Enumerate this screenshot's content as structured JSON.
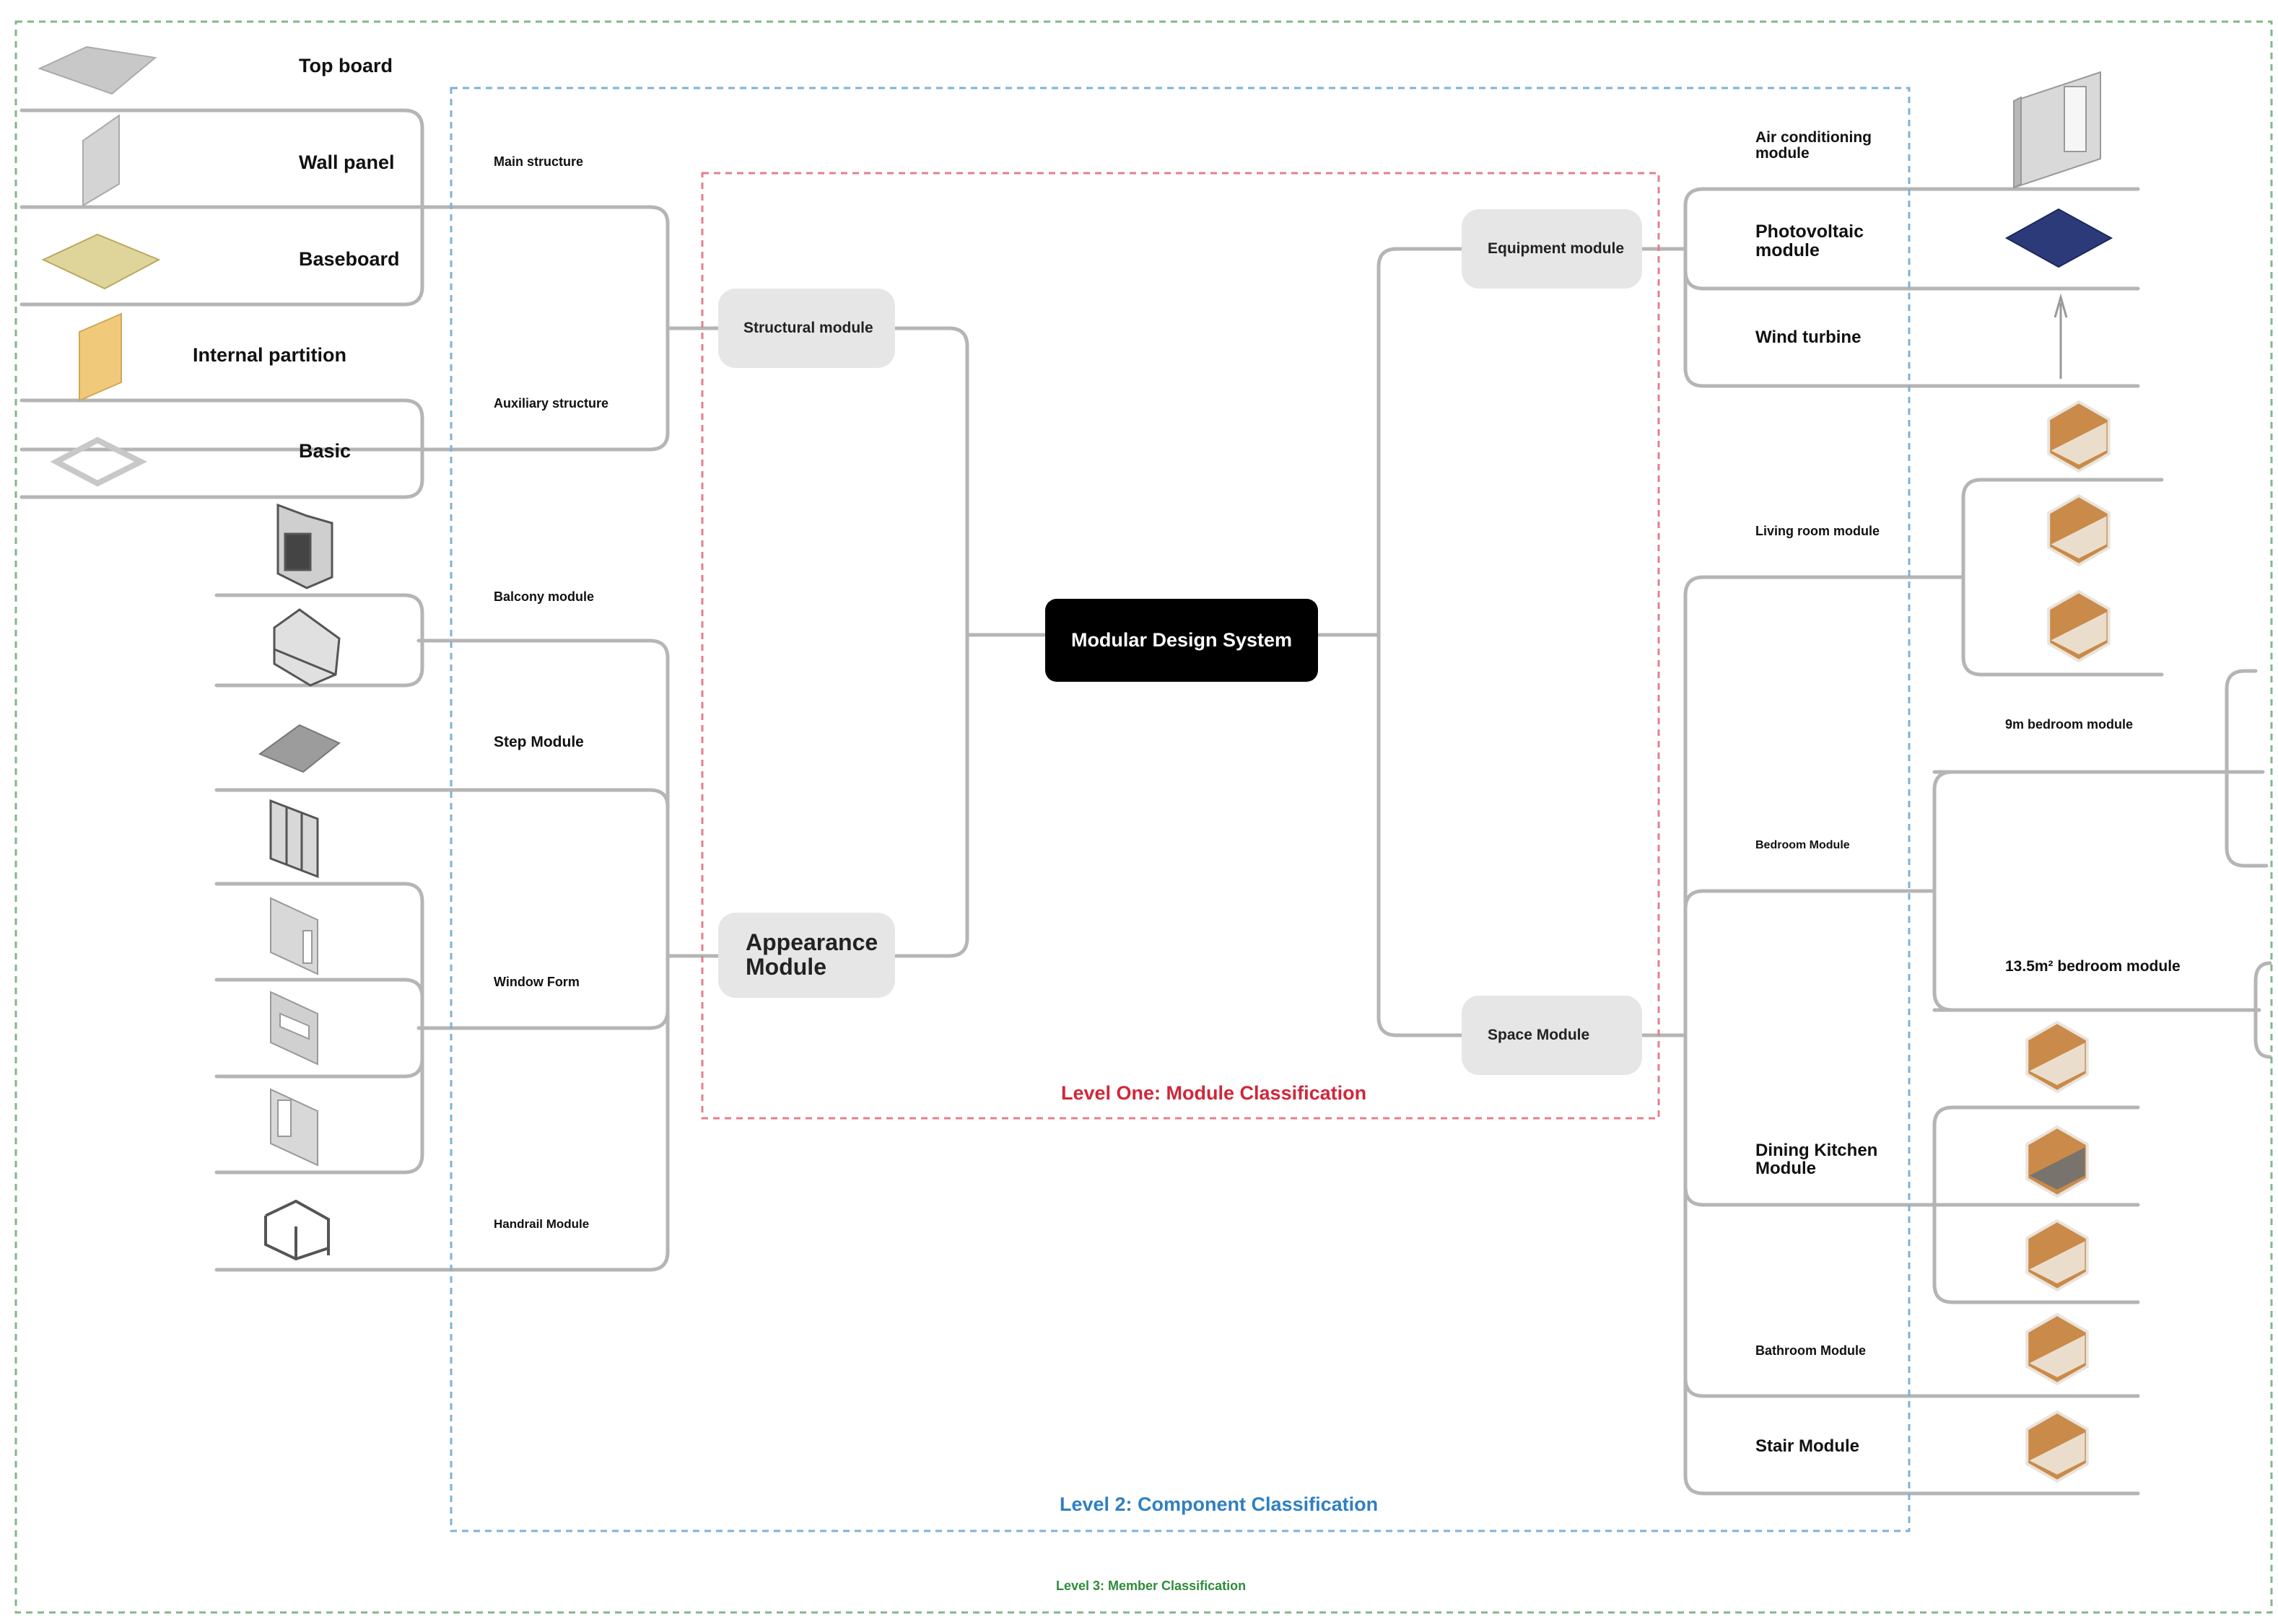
{
  "center": "Modular Design System",
  "level_one": {
    "title": "Level One: Module Classification",
    "title_color": "#d0273a",
    "structural": "Structural module",
    "appearance": "Appearance Module",
    "equipment": "Equipment module",
    "space": "Space Module"
  },
  "level_two": {
    "title": "Level 2: Component Classification",
    "title_color": "#2f7fc1",
    "main_structure": "Main structure",
    "auxiliary_structure": "Auxiliary structure",
    "balcony": "Balcony module",
    "step": "Step Module",
    "window": "Window Form",
    "handrail": "Handrail Module",
    "air_conditioning": "Air conditioning module",
    "photovoltaic": "Photovoltaic module",
    "wind_turbine": "Wind turbine",
    "living_room": "Living room module",
    "bedroom": "Bedroom Module",
    "dining_kitchen": "Dining Kitchen Module",
    "bathroom": "Bathroom Module",
    "stair": "Stair Module"
  },
  "level_three": {
    "title": "Level 3: Member Classification",
    "title_color": "#2e8b3a",
    "top_board": "Top board",
    "wall_panel": "Wall panel",
    "baseboard": "Baseboard",
    "internal_partition": "Internal partition",
    "basic": "Basic",
    "bedroom_9": "9m bedroom module",
    "bedroom_13": "13.5m² bedroom module"
  },
  "colors": {
    "line": "#b5b5b5",
    "box": "#e6e6e6",
    "center": "#000000"
  },
  "icons": [
    "top-board-icon",
    "wall-panel-icon",
    "baseboard-icon",
    "partition-icon",
    "basic-frame-icon",
    "balcony-icon",
    "step-icon",
    "window-icon",
    "handrail-icon",
    "ac-unit-icon",
    "solar-panel-icon",
    "wind-turbine-icon",
    "room-icon"
  ]
}
